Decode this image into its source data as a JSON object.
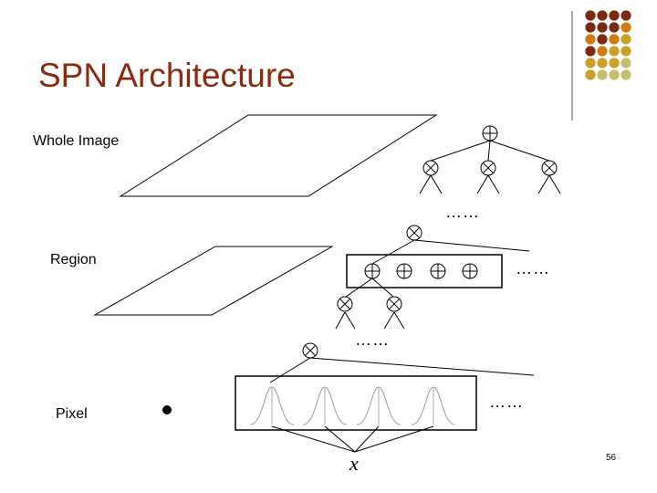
{
  "slide": {
    "title": "SPN Architecture",
    "page_number": "56"
  },
  "levels": {
    "whole_image": "Whole Image",
    "region": "Region",
    "pixel": "Pixel"
  },
  "ellipsis": "……",
  "input_var": "x",
  "colors": {
    "title": "#8b2a0f",
    "deco_dark": "#7a2a12",
    "deco_orange": "#d07a12",
    "deco_gold": "#c8a02a",
    "deco_olive": "#c6c06e"
  },
  "decoration_dots": [
    [
      "deco_dark",
      "deco_dark",
      "deco_dark",
      "deco_dark"
    ],
    [
      "deco_dark",
      "deco_dark",
      "deco_dark",
      "deco_orange"
    ],
    [
      "deco_orange",
      "deco_dark",
      "deco_orange",
      "deco_gold"
    ],
    [
      "deco_dark",
      "deco_orange",
      "deco_gold",
      "deco_gold"
    ],
    [
      "deco_gold",
      "deco_gold",
      "deco_gold",
      "deco_olive"
    ],
    [
      "deco_gold",
      "deco_olive",
      "deco_olive",
      "deco_olive"
    ]
  ]
}
